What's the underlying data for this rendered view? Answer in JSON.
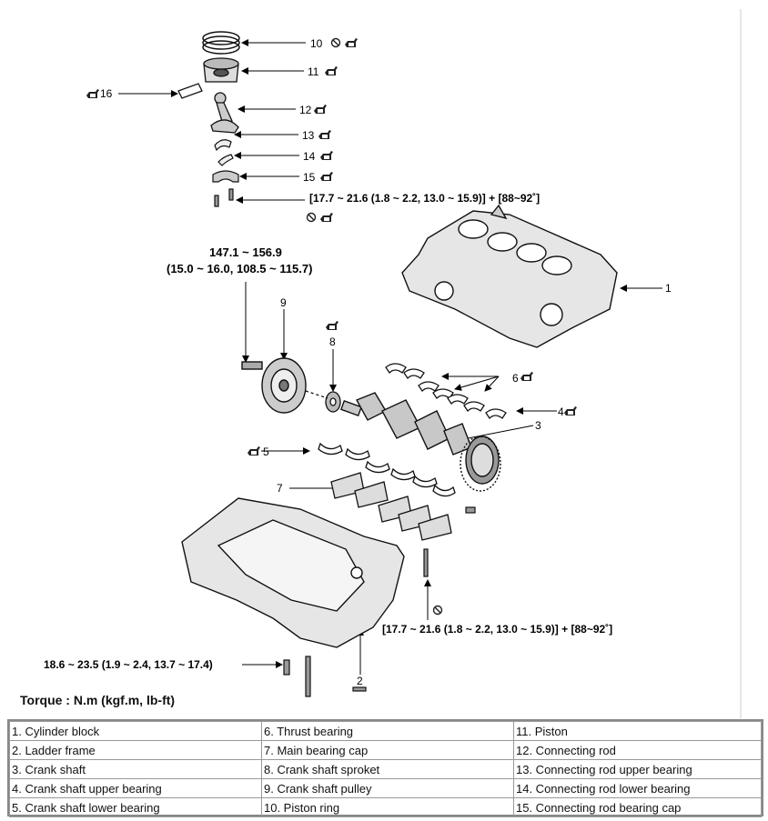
{
  "callouts": {
    "c1": "1",
    "c2": "2",
    "c3": "3",
    "c4": "4",
    "c5": "5",
    "c6": "6",
    "c7": "7",
    "c8": "8",
    "c9": "9",
    "c10": "10",
    "c11": "11",
    "c12": "12",
    "c13": "13",
    "c14": "14",
    "c15": "15",
    "c16": "16"
  },
  "torque_specs": {
    "rod_cap_bolt": "[17.7 ~ 21.6 (1.8 ~ 2.2, 13.0 ~ 15.9)] + [88~92˚]",
    "pulley_bolt_line1": "147.1 ~ 156.9",
    "pulley_bolt_line2": "(15.0 ~ 16.0, 108.5 ~ 115.7)",
    "main_cap_bolt": "[17.7 ~ 21.6 (1.8 ~ 2.2, 13.0 ~ 15.9)] + [88~92˚]",
    "ladder_bolt": "18.6 ~ 23.5 (1.9 ~ 2.4, 13.7 ~ 17.4)"
  },
  "torque_units_label": "Torque : N.m (kgf.m, lb-ft)",
  "legend": {
    "columns": [
      [
        "1.  Cylinder block",
        "2.  Ladder frame",
        "3.  Crank shaft",
        "4.  Crank shaft upper bearing",
        "5.  Crank shaft lower bearing"
      ],
      [
        "6.  Thrust bearing",
        "7.  Main bearing cap",
        "8.  Crank shaft sproket",
        "9.  Crank shaft pulley",
        "10. Piston ring"
      ],
      [
        "11. Piston",
        "12. Connecting rod",
        "13. Connecting rod upper bearing",
        "14. Connecting rod lower bearing",
        "15. Connecting rod bearing cap"
      ]
    ]
  },
  "icons": [
    "oil-can-icon",
    "do-not-reuse-icon"
  ]
}
